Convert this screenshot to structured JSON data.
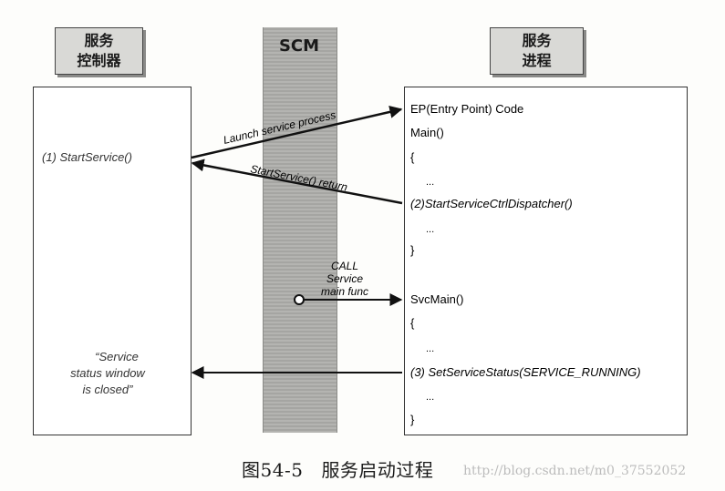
{
  "headers": {
    "left": [
      "服务",
      "控制器"
    ],
    "center": "SCM",
    "right": [
      "服务",
      "进程"
    ]
  },
  "left_panel": {
    "start_service": "(1) StartService()",
    "status_note": [
      "“Service",
      "status window",
      "is closed”"
    ]
  },
  "right_panel": {
    "lines": [
      "EP(Entry Point) Code",
      "Main()",
      "{",
      "...",
      "(2)StartServiceCtrlDispatcher()",
      "...",
      "}",
      "SvcMain()",
      "{",
      "...",
      "(3) SetServiceStatus(SERVICE_RUNNING)",
      "...",
      "}"
    ]
  },
  "arrows": {
    "launch": "Launch service process",
    "return": "StartService() return",
    "call": [
      "CALL",
      "Service",
      "main func"
    ]
  },
  "caption": {
    "figure": "图54-5",
    "title": "服务启动过程"
  },
  "watermark": "http://blog.csdn.net/m0_37552052"
}
